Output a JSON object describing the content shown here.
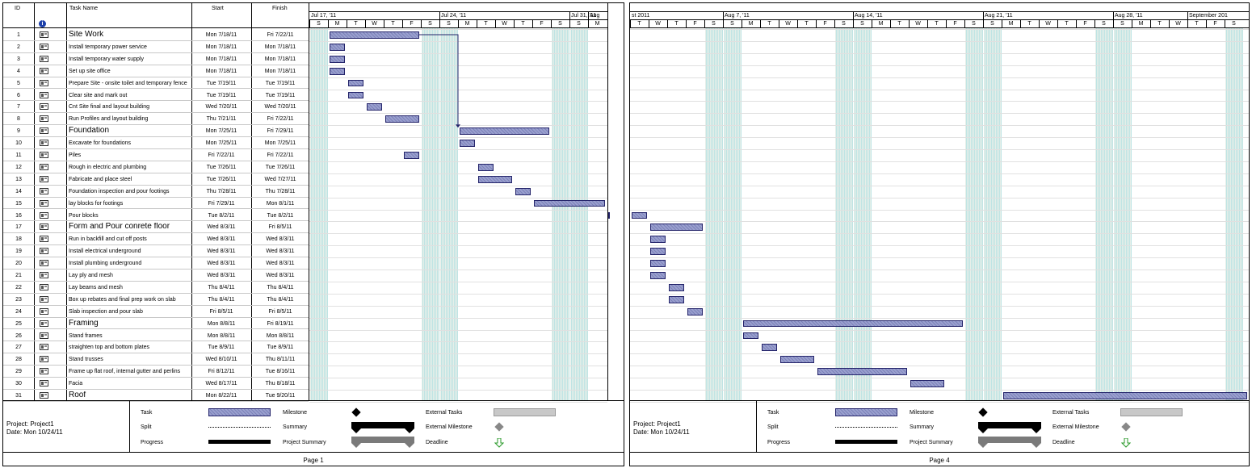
{
  "columns": {
    "id": "ID",
    "task_name": "Task Name",
    "start": "Start",
    "finish": "Finish"
  },
  "info_icon": "i",
  "tasks": [
    {
      "id": "1",
      "name": "Site Work",
      "start": "Mon 7/18/11",
      "finish": "Fri 7/22/11",
      "summary": true
    },
    {
      "id": "2",
      "name": "Install temporary power service",
      "start": "Mon 7/18/11",
      "finish": "Mon 7/18/11"
    },
    {
      "id": "3",
      "name": "Install temporary water supply",
      "start": "Mon 7/18/11",
      "finish": "Mon 7/18/11"
    },
    {
      "id": "4",
      "name": "Set up site office",
      "start": "Mon 7/18/11",
      "finish": "Mon 7/18/11"
    },
    {
      "id": "5",
      "name": "Prepare Site - onsite toilet and temporary fence",
      "start": "Tue 7/19/11",
      "finish": "Tue 7/19/11"
    },
    {
      "id": "6",
      "name": "Clear site and mark out",
      "start": "Tue 7/19/11",
      "finish": "Tue 7/19/11"
    },
    {
      "id": "7",
      "name": "Cnt Site final and layout building",
      "start": "Wed 7/20/11",
      "finish": "Wed 7/20/11"
    },
    {
      "id": "8",
      "name": "Run Profiles and layout building",
      "start": "Thu 7/21/11",
      "finish": "Fri 7/22/11"
    },
    {
      "id": "9",
      "name": "Foundation",
      "start": "Mon 7/25/11",
      "finish": "Fri 7/29/11",
      "summary": true
    },
    {
      "id": "10",
      "name": "Excavate for foundations",
      "start": "Mon 7/25/11",
      "finish": "Mon 7/25/11"
    },
    {
      "id": "11",
      "name": "Piles",
      "start": "Fri 7/22/11",
      "finish": "Fri 7/22/11"
    },
    {
      "id": "12",
      "name": "Rough in electric and plumbing",
      "start": "Tue 7/26/11",
      "finish": "Tue 7/26/11"
    },
    {
      "id": "13",
      "name": "Fabricate and place steel",
      "start": "Tue 7/26/11",
      "finish": "Wed 7/27/11"
    },
    {
      "id": "14",
      "name": "Foundation inspection and pour footings",
      "start": "Thu 7/28/11",
      "finish": "Thu 7/28/11"
    },
    {
      "id": "15",
      "name": "lay blocks for footings",
      "start": "Fri 7/29/11",
      "finish": "Mon 8/1/11"
    },
    {
      "id": "16",
      "name": "Pour blocks",
      "start": "Tue 8/2/11",
      "finish": "Tue 8/2/11"
    },
    {
      "id": "17",
      "name": "Form and Pour conrete floor",
      "start": "Wed 8/3/11",
      "finish": "Fri 8/5/11",
      "summary": true
    },
    {
      "id": "18",
      "name": "Run in backfill and cut off posts",
      "start": "Wed 8/3/11",
      "finish": "Wed 8/3/11"
    },
    {
      "id": "19",
      "name": "Install electrical underground",
      "start": "Wed 8/3/11",
      "finish": "Wed 8/3/11"
    },
    {
      "id": "20",
      "name": "Install plumbing underground",
      "start": "Wed 8/3/11",
      "finish": "Wed 8/3/11"
    },
    {
      "id": "21",
      "name": "Lay ply and mesh",
      "start": "Wed 8/3/11",
      "finish": "Wed 8/3/11"
    },
    {
      "id": "22",
      "name": "Lay beams and mesh",
      "start": "Thu 8/4/11",
      "finish": "Thu 8/4/11"
    },
    {
      "id": "23",
      "name": "Box up rebates and final prep work on slab",
      "start": "Thu 8/4/11",
      "finish": "Thu 8/4/11"
    },
    {
      "id": "24",
      "name": "Slab inspection and pour slab",
      "start": "Fri 8/5/11",
      "finish": "Fri 8/5/11"
    },
    {
      "id": "25",
      "name": "Framing",
      "start": "Mon 8/8/11",
      "finish": "Fri 8/19/11",
      "summary": true
    },
    {
      "id": "26",
      "name": "Stand frames",
      "start": "Mon 8/8/11",
      "finish": "Mon 8/8/11"
    },
    {
      "id": "27",
      "name": "straighten top and bottom plates",
      "start": "Tue 8/9/11",
      "finish": "Tue 8/9/11"
    },
    {
      "id": "28",
      "name": "Stand trusses",
      "start": "Wed 8/10/11",
      "finish": "Thu 8/11/11"
    },
    {
      "id": "29",
      "name": "Frame up flat roof, internal gutter and perlins",
      "start": "Fri 8/12/11",
      "finish": "Tue 8/16/11"
    },
    {
      "id": "30",
      "name": "Facia",
      "start": "Wed 8/17/11",
      "finish": "Thu 8/18/11"
    },
    {
      "id": "31",
      "name": "Roof",
      "start": "Mon 8/22/11",
      "finish": "Tue 9/20/11",
      "summary": true
    }
  ],
  "timescale1": {
    "weeks": [
      "Jul 17, '11",
      "Jul 24, '11",
      "Jul 31, '11",
      "Aug"
    ],
    "days": [
      "S",
      "M",
      "T",
      "W",
      "T",
      "F",
      "S",
      "S",
      "M",
      "T",
      "W",
      "T",
      "F",
      "S",
      "S",
      "M"
    ]
  },
  "timescale2": {
    "weeks": [
      "st 2011",
      "Aug 7, '11",
      "Aug 14, '11",
      "Aug 21, '11",
      "Aug 28, '11",
      "September 201"
    ],
    "days": [
      "T",
      "W",
      "T",
      "F",
      "S",
      "S",
      "M",
      "T",
      "W",
      "T",
      "F",
      "S",
      "S",
      "M",
      "T",
      "W",
      "T",
      "F",
      "S",
      "S",
      "M",
      "T",
      "W",
      "T",
      "F",
      "S",
      "S",
      "M",
      "T",
      "W",
      "T",
      "F",
      "S"
    ]
  },
  "legend": {
    "project": "Project: Project1",
    "date": "Date: Mon 10/24/11",
    "task": "Task",
    "split": "Split",
    "progress": "Progress",
    "milestone": "Milestone",
    "summary": "Summary",
    "project_summary": "Project Summary",
    "external_tasks": "External Tasks",
    "external_milestone": "External Milestone",
    "deadline": "Deadline"
  },
  "pages": {
    "page1": "Page 1",
    "page2": "Page 4"
  },
  "colors": {
    "bar_fill": "#8a90c0",
    "bar_border": "#24246a",
    "nonworking": "#bfe4e4",
    "milestone": "#000000",
    "external": "#c8c8c8",
    "deadline": "#2a9a2a"
  },
  "icons": {
    "task_indicator": "task-indicator-icon",
    "info": "info-icon",
    "deadline": "deadline-arrow-icon"
  }
}
